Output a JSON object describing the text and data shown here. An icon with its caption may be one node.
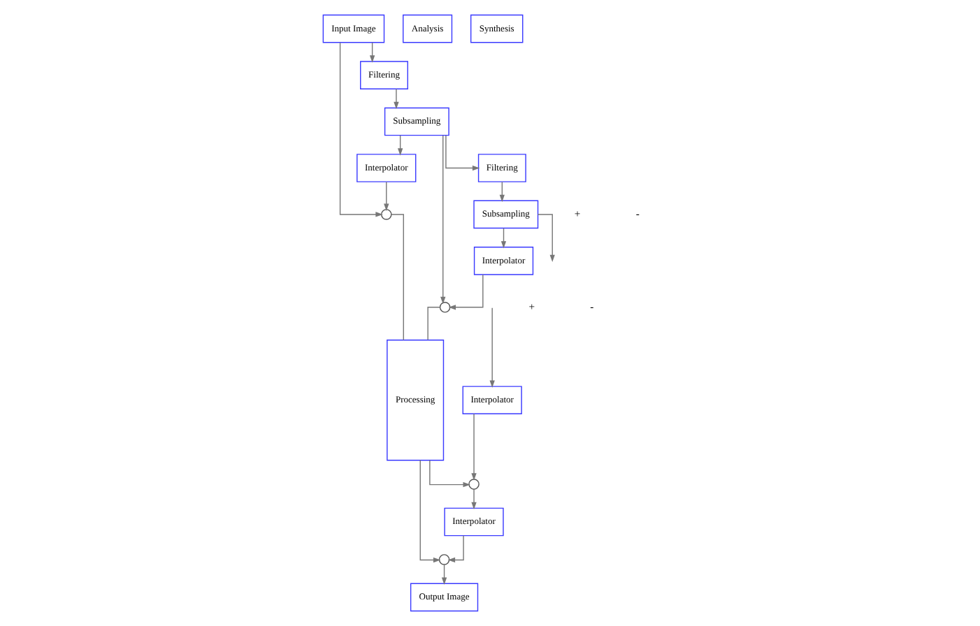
{
  "diagram": {
    "nodes": [
      {
        "text": [
          "Input Image"
        ]
      },
      {
        "text": [
          "Output Image"
        ]
      },
      {
        "text": [],
        "shape": "circle"
      },
      {
        "text": [
          "Processing"
        ]
      },
      {
        "text": [],
        "shape": "circle"
      },
      {
        "text": [
          "Filtering"
        ]
      },
      {
        "text": [
          "Interpolator"
        ]
      },
      {
        "text": [
          "Interpolator"
        ]
      },
      {
        "text": [
          "Subsampling"
        ]
      },
      {
        "text": [
          "Analysis"
        ]
      },
      {
        "text": [],
        "shape": "circle"
      },
      {
        "text": [],
        "shape": "circle"
      },
      {
        "text": [
          "Synthesis"
        ]
      },
      {
        "text": [
          "Filtering"
        ]
      },
      {
        "text": [
          "Interpolator"
        ]
      },
      {
        "text": [
          "Interpolator"
        ]
      },
      {
        "text": [
          "Subsampling"
        ]
      }
    ],
    "edges": [
      {
        "from": 0,
        "to": 2,
        "arrow": "to"
      },
      {
        "from": 0,
        "to": 5,
        "arrow": "to"
      },
      {
        "from": 6,
        "to": 2,
        "arrow": "to"
      },
      {
        "from": 2,
        "to": 3,
        "arrow": "none"
      },
      {
        "from": 5,
        "to": 8,
        "arrow": "to"
      },
      {
        "from": 8,
        "to": 6,
        "arrow": "to"
      },
      {
        "from": 8,
        "to": 10,
        "arrow": "to"
      },
      {
        "from": 8,
        "to": 13,
        "arrow": "to"
      },
      {
        "from": 14,
        "to": 10,
        "arrow": "to"
      },
      {
        "from": 10,
        "to": 3,
        "arrow": "none"
      },
      {
        "from": 13,
        "to": 16,
        "arrow": "to"
      },
      {
        "from": 16,
        "to": 14,
        "arrow": "to"
      },
      {
        "from": 16,
        "to": null,
        "arrow": "to"
      },
      {
        "from": 3,
        "to": 4,
        "arrow": "to"
      },
      {
        "from": 3,
        "to": 11,
        "arrow": "to"
      },
      {
        "from": 7,
        "to": 4,
        "arrow": "to"
      },
      {
        "from": 4,
        "to": 1,
        "arrow": "to"
      },
      {
        "from": 11,
        "to": 7,
        "arrow": "to"
      },
      {
        "from": 15,
        "to": 11,
        "arrow": "to"
      },
      {
        "from": null,
        "to": 15,
        "arrow": "to"
      }
    ],
    "labels": [
      "+",
      "-",
      "+",
      "-"
    ]
  }
}
